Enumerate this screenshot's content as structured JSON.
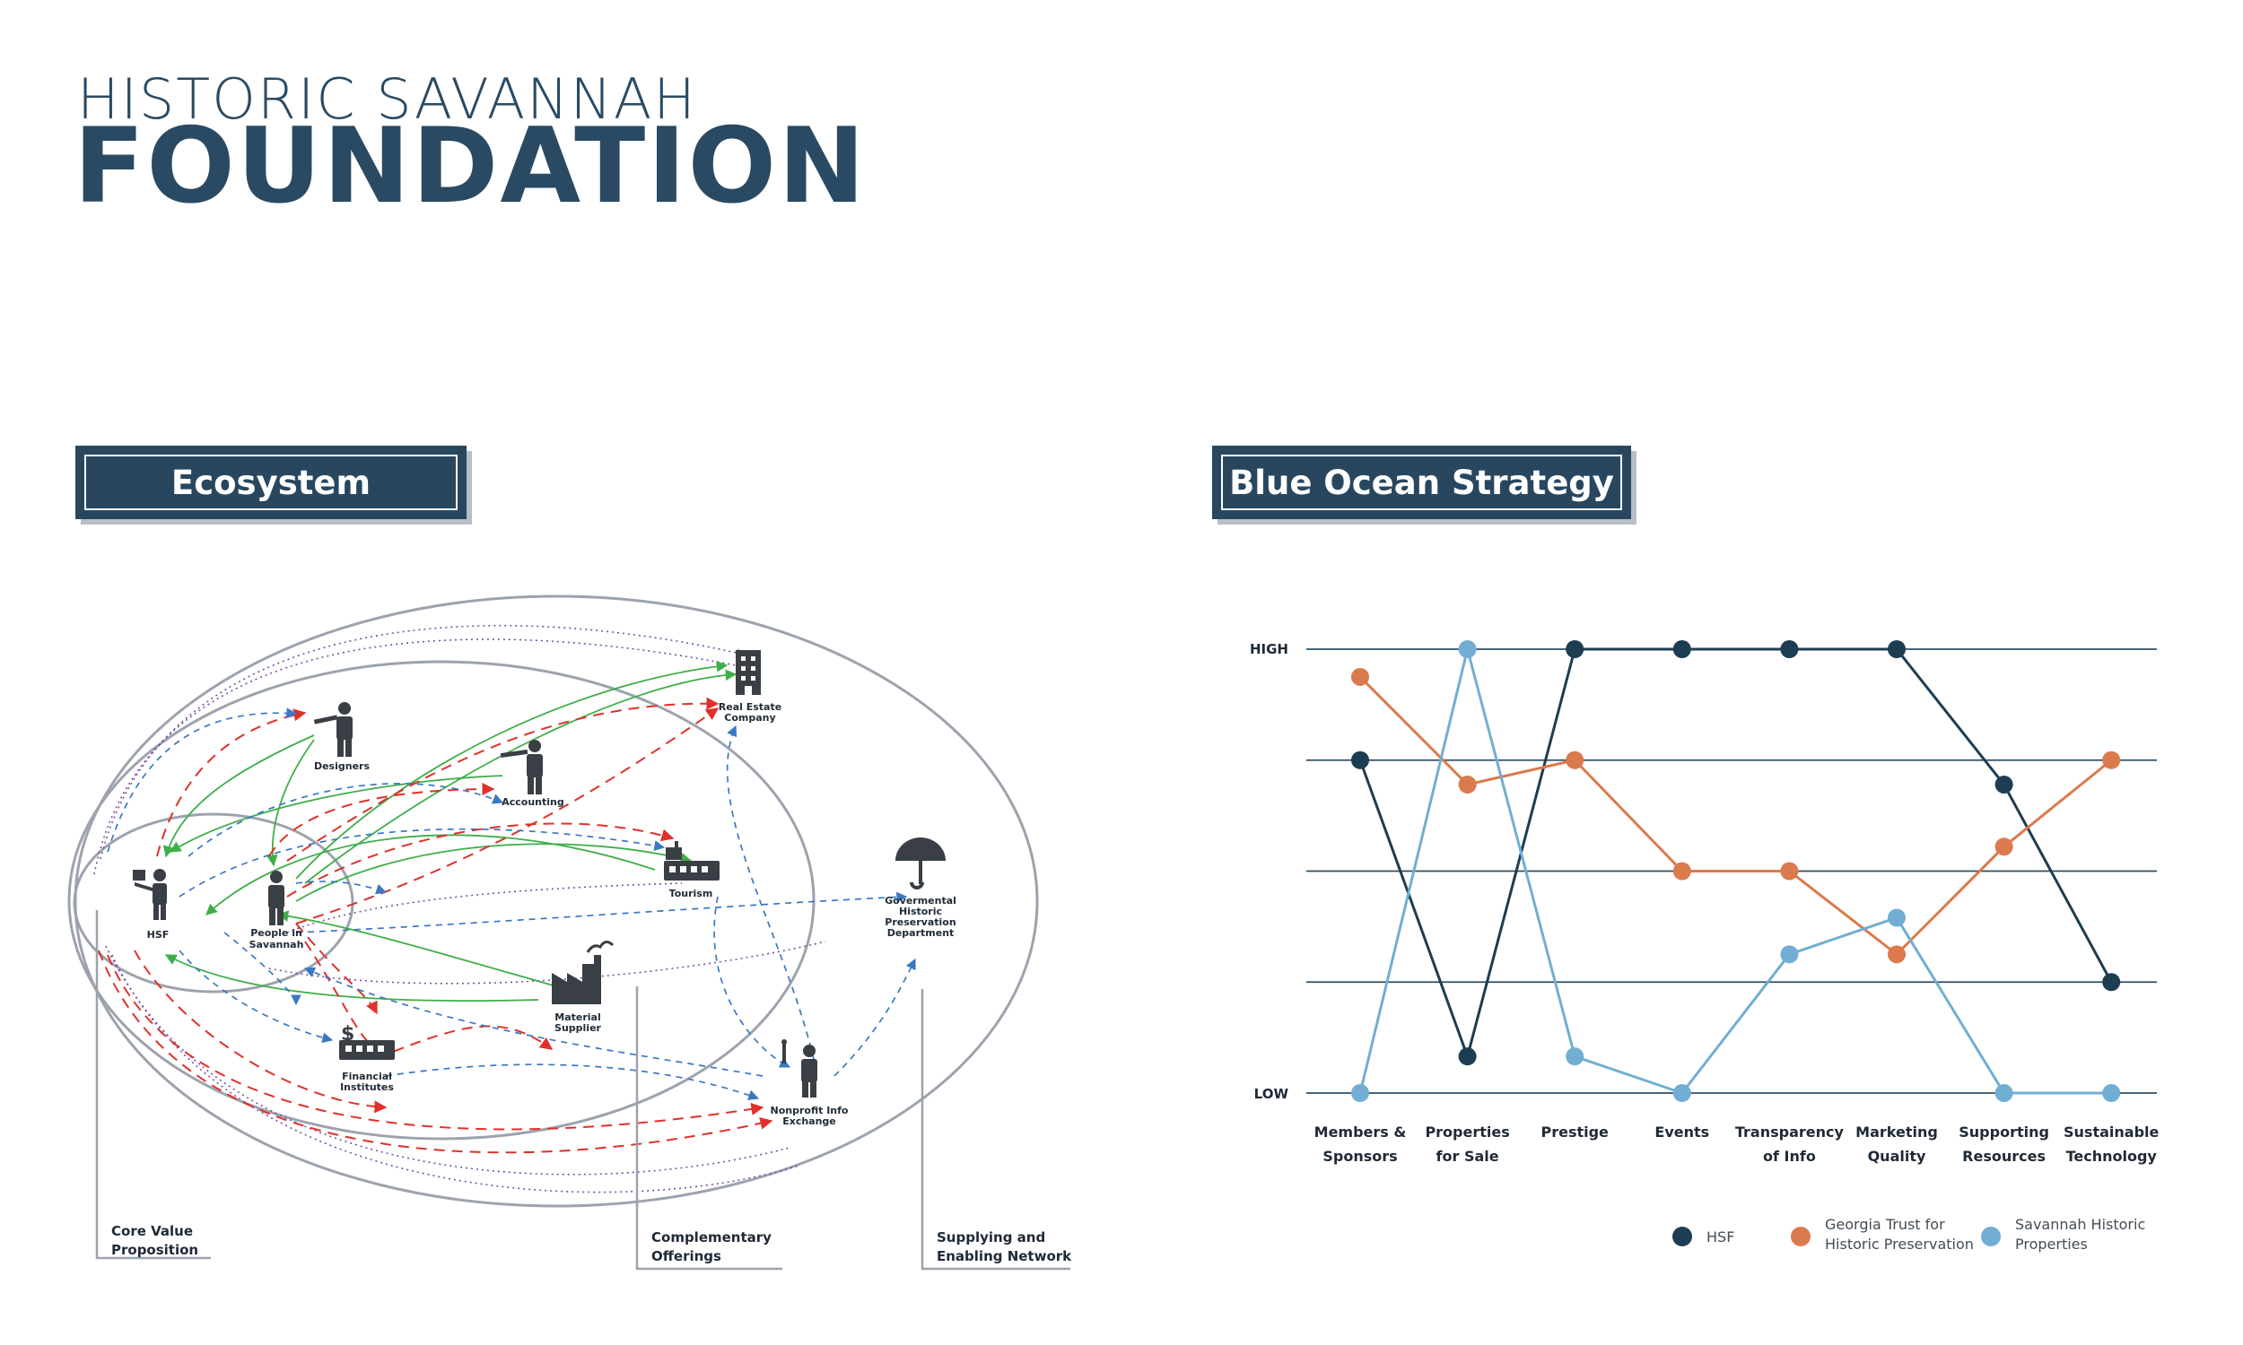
{
  "header": {
    "line1": "HISTORIC SAVANNAH",
    "line2": "FOUNDATION"
  },
  "ecosystem": {
    "banner": "Ecosystem",
    "nodes": {
      "hsf": "HSF",
      "people": [
        "People in",
        "Savannah"
      ],
      "designers": "Designers",
      "accounting": "Accounting",
      "real_estate": [
        "Real Estate",
        "Company"
      ],
      "tourism": "Tourism",
      "government": [
        "Govermental",
        "Historic",
        "Preservation",
        "Department"
      ],
      "material": [
        "Material",
        "Supplier"
      ],
      "financial": [
        "Financial",
        "Institutes"
      ],
      "nonprofit": [
        "Nonprofit Info",
        "Exchange"
      ]
    },
    "zones": {
      "core": [
        "Core Value",
        "Proposition"
      ],
      "complementary": [
        "Complementary",
        "Offerings"
      ],
      "supplying": [
        "Supplying and",
        "Enabling Network"
      ]
    }
  },
  "blue_ocean": {
    "banner": "Blue Ocean Strategy",
    "chart_data": {
      "type": "line",
      "title": "",
      "xlabel": "",
      "ylabel": "",
      "y_tick_labels": [
        "LOW",
        "HIGH"
      ],
      "ylim": [
        0,
        4
      ],
      "categories": [
        [
          "Members &",
          "Sponsors"
        ],
        [
          "Properties",
          "for Sale"
        ],
        [
          "Prestige"
        ],
        [
          "Events"
        ],
        [
          "Transparency",
          "of Info"
        ],
        [
          "Marketing",
          "Quality"
        ],
        [
          "Supporting",
          "Resources"
        ],
        [
          "Sustainable",
          "Technology"
        ]
      ],
      "series": [
        {
          "name": "HSF",
          "color": "#1d3d52",
          "values": [
            3,
            0.33,
            4,
            4,
            4,
            4,
            2.78,
            1
          ]
        },
        {
          "name": "Georgia Trust for Historic Preservation",
          "legend_lines": [
            "Georgia Trust for",
            "Historic Preservation"
          ],
          "color": "#db7a4d",
          "values": [
            3.75,
            2.78,
            3,
            2,
            2,
            1.25,
            2.22,
            3
          ]
        },
        {
          "name": "Savannah Historic Properties",
          "legend_lines": [
            "Savannah Historic",
            "Properties"
          ],
          "color": "#72aed3",
          "values": [
            0,
            4,
            0.33,
            0,
            1.25,
            1.58,
            0,
            0
          ]
        }
      ],
      "grid": true,
      "legend_position": "bottom"
    }
  }
}
